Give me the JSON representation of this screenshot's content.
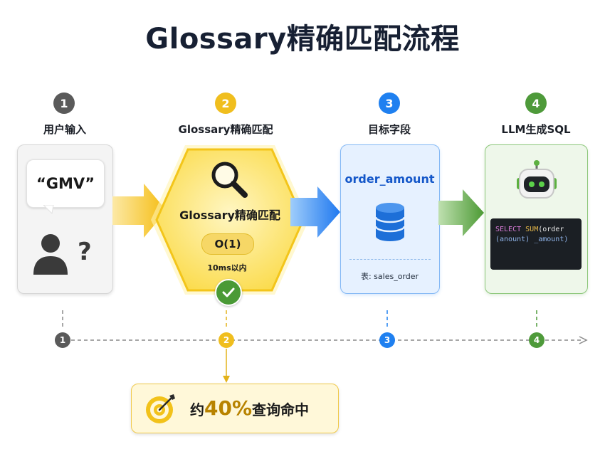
{
  "title": "Glossary精确匹配流程",
  "colors": {
    "gray": "#5a5a5a",
    "yellow": "#f0be1e",
    "blue": "#1f80f0",
    "green": "#4e9a3a"
  },
  "steps": [
    {
      "num": "1",
      "label": "用户输入"
    },
    {
      "num": "2",
      "label": "Glossary精确匹配"
    },
    {
      "num": "3",
      "label": "目标字段"
    },
    {
      "num": "4",
      "label": "LLM生成SQL"
    }
  ],
  "input_card": {
    "bubble_text": "“GMV”",
    "question_mark": "?",
    "icon": "user-question-icon"
  },
  "match_card": {
    "icon": "magnifier-icon",
    "title": "Glossary精确匹配",
    "complexity": "O(1)",
    "latency": "10ms以内",
    "check_icon": "check-circle-icon"
  },
  "field_card": {
    "field": "order_amount",
    "icon": "database-icon",
    "table_label": "表: sales_order"
  },
  "sql_card": {
    "icon": "robot-icon",
    "code_kw1": "SELECT",
    "code_fn": "SUM",
    "code_arg": "(order",
    "code_line2a": "(anount)",
    "code_line2b": "_amount)"
  },
  "timeline": [
    "1",
    "2",
    "3",
    "4"
  ],
  "result": {
    "icon": "target-icon",
    "prefix": "约",
    "value": "40%",
    "suffix": "查询命中"
  }
}
